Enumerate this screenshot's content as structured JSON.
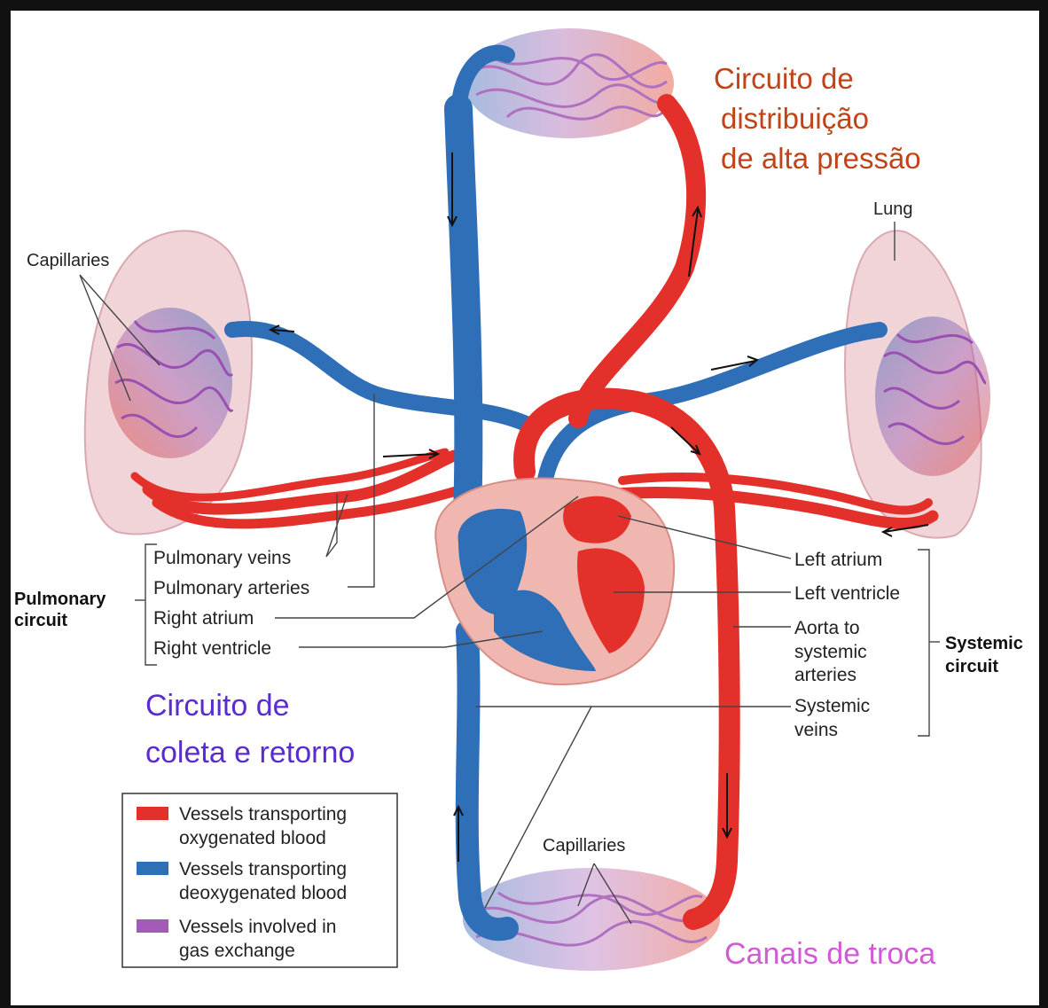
{
  "labels": {
    "capillaries_top_left": "Capillaries",
    "lung": "Lung",
    "capillaries_bottom": "Capillaries",
    "pulmonary_veins": "Pulmonary veins",
    "pulmonary_arteries": "Pulmonary arteries",
    "right_atrium": "Right atrium",
    "right_ventricle": "Right ventricle",
    "left_atrium": "Left atrium",
    "left_ventricle": "Left ventricle",
    "aorta_line1": "Aorta to",
    "aorta_line2": "systemic",
    "aorta_line3": "arteries",
    "systemic_veins_line1": "Systemic",
    "systemic_veins_line2": "veins"
  },
  "groups": {
    "pulmonary_line1": "Pulmonary",
    "pulmonary_line2": "circuit",
    "systemic_line1": "Systemic",
    "systemic_line2": "circuit"
  },
  "portuguese": {
    "high_pressure_line1": "Circuito de",
    "high_pressure_line2": "distribuição",
    "high_pressure_line3": "de alta pressão",
    "collection_line1": "Circuito de",
    "collection_line2": "coleta e retorno",
    "exchange": "Canais de troca"
  },
  "legend": {
    "items": [
      {
        "line1": "Vessels transporting",
        "line2": "oxygenated blood",
        "color": "#e4302a"
      },
      {
        "line1": "Vessels transporting",
        "line2": "deoxygenated blood",
        "color": "#2f6fb8"
      },
      {
        "line1": "Vessels involved in",
        "line2": "gas exchange",
        "color": "#a45ab8"
      }
    ]
  },
  "colors": {
    "artery": "#e4302a",
    "vein": "#2f6fb8",
    "capillary": "#a45ab8",
    "lung": "#f1d4d8",
    "heart_wall": "#f0b7b0"
  }
}
